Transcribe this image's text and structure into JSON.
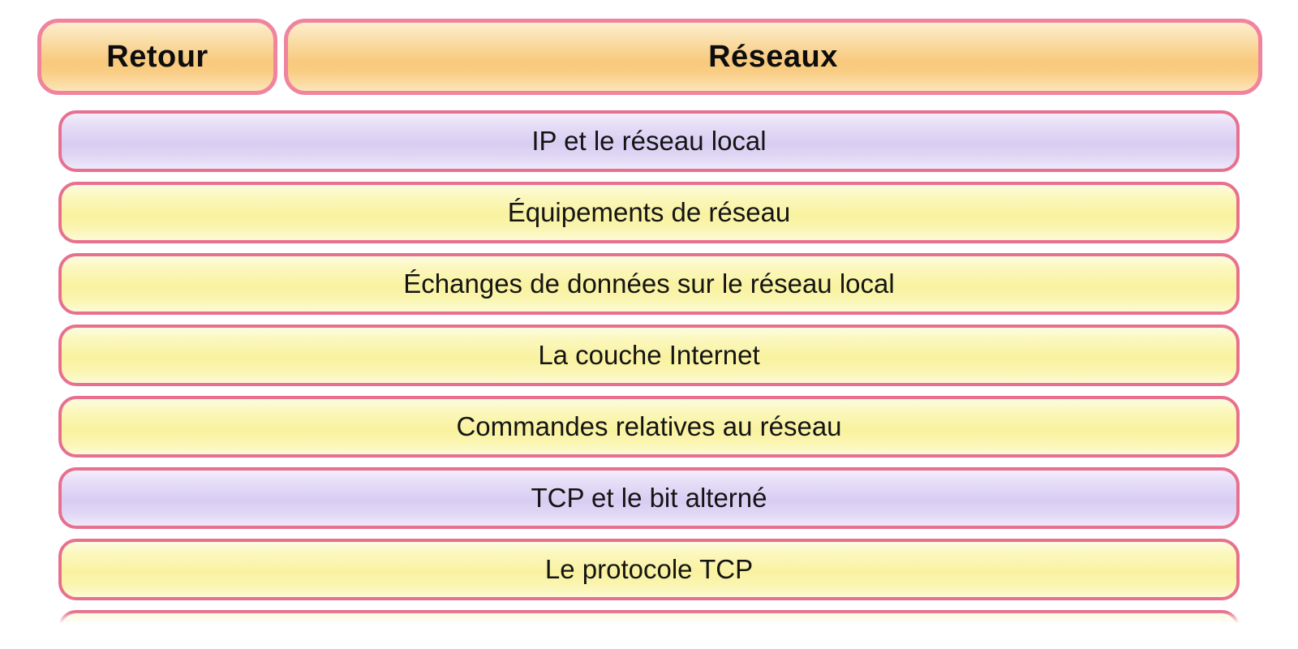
{
  "header": {
    "back_label": "Retour",
    "title": "Réseaux"
  },
  "menu": {
    "items": [
      {
        "label": "IP et le réseau local",
        "variant": "purple"
      },
      {
        "label": "Équipements de réseau",
        "variant": "yellow"
      },
      {
        "label": "Échanges de données sur le réseau local",
        "variant": "yellow"
      },
      {
        "label": "La couche Internet",
        "variant": "yellow"
      },
      {
        "label": "Commandes relatives au réseau",
        "variant": "yellow"
      },
      {
        "label": "TCP et le bit alterné",
        "variant": "purple"
      },
      {
        "label": "Le protocole TCP",
        "variant": "yellow"
      },
      {
        "label": "",
        "variant": "yellow",
        "partially_visible": true
      }
    ]
  },
  "colors": {
    "page_background": "#ffffff",
    "header_border_pink": "#f0849f",
    "header_gradient_light": "#fdeecd",
    "header_gradient_dark": "#f8c97c",
    "item_border_pink": "#e8708f",
    "item_yellow_light": "#fdfce0",
    "item_yellow_dark": "#f9f2a0",
    "item_purple_light": "#f3eefc",
    "item_purple_dark": "#d8cdf2",
    "text_color": "#141414"
  }
}
